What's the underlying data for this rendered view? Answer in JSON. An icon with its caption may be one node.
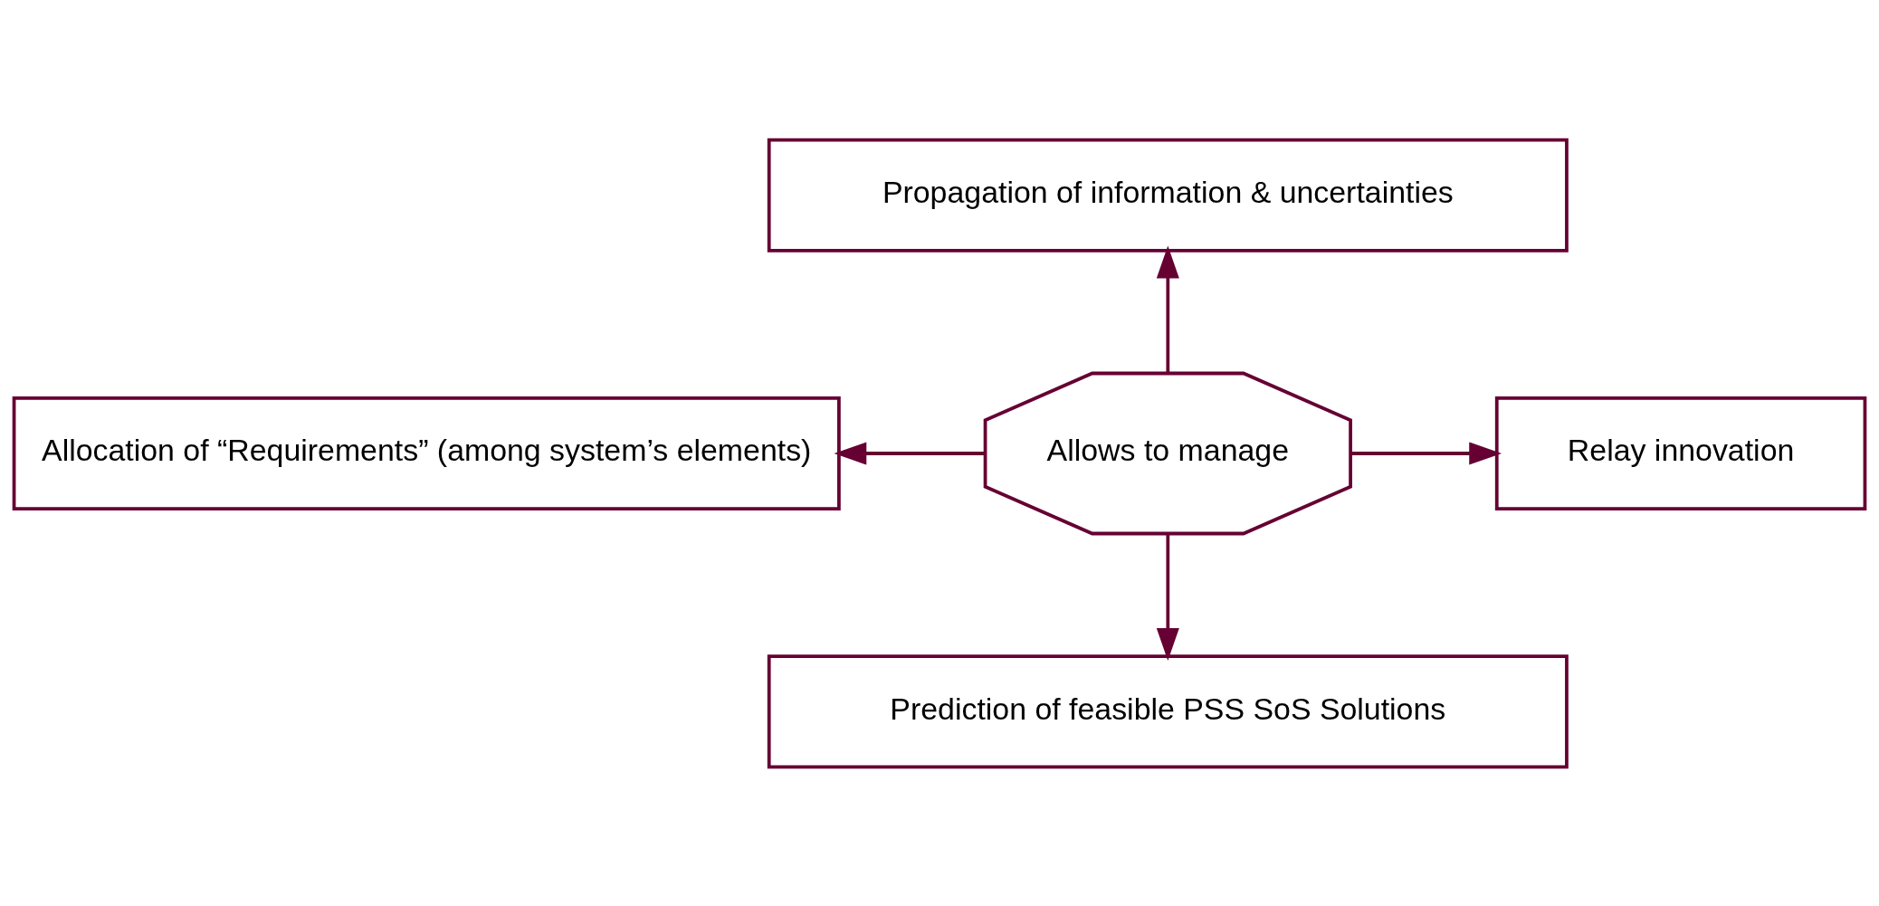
{
  "diagram": {
    "nodes": [
      {
        "text": [
          "Propagation of information & uncertainties"
        ]
      },
      {
        "text": [
          "Allocation of “Requirements” (among system’s elements)"
        ]
      },
      {
        "text": [
          "Allows to manage"
        ]
      },
      {
        "text": [
          "Relay innovation"
        ]
      },
      {
        "text": [
          "Prediction of feasible PSS SoS Solutions"
        ]
      }
    ],
    "edges": [
      {
        "from": 2,
        "to": 0,
        "arrow": "to"
      },
      {
        "from": 2,
        "to": 1,
        "arrow": "to"
      },
      {
        "from": 2,
        "to": 3,
        "arrow": "to"
      },
      {
        "from": 2,
        "to": 4,
        "arrow": "to"
      }
    ]
  }
}
